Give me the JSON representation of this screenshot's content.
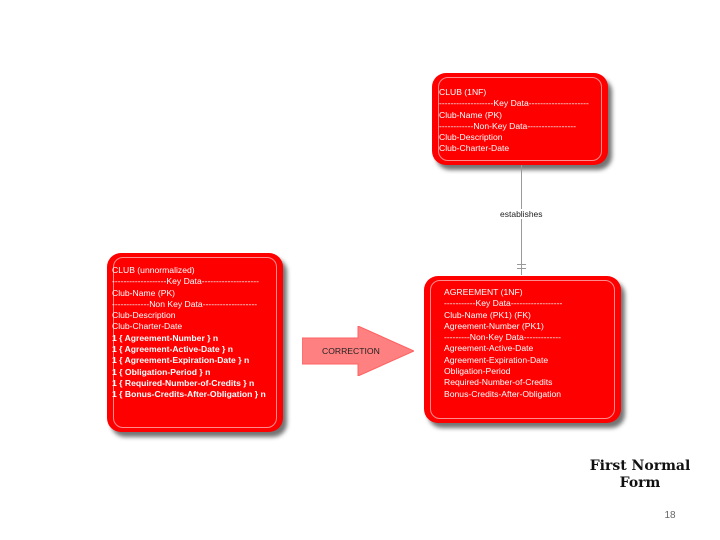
{
  "club_1nf": {
    "lines": [
      {
        "text": "CLUB (1NF)"
      },
      {
        "text": "-------------------Key Data---------------------"
      },
      {
        "text": "Club-Name (PK)"
      },
      {
        "text": "------------Non-Key Data-----------------"
      },
      {
        "text": "Club-Description"
      },
      {
        "text": "Club-Charter-Date"
      }
    ]
  },
  "relationship": {
    "label": "establishes"
  },
  "club_unnormalized": {
    "lines": [
      {
        "text": "CLUB (unnormalized)"
      },
      {
        "text": "-------------------Key Data--------------------"
      },
      {
        "text": "Club-Name (PK)"
      },
      {
        "text": "-------------Non Key Data-------------------"
      },
      {
        "text": "Club-Description"
      },
      {
        "text": "Club-Charter-Date"
      },
      {
        "text": "1 { Agreement-Number } n",
        "bold": true
      },
      {
        "text": "1 { Agreement-Active-Date } n",
        "bold": true
      },
      {
        "text": "1 { Agreement-Expiration-Date } n",
        "bold": true
      },
      {
        "text": "1 { Obligation-Period } n",
        "bold": true
      },
      {
        "text": "1 { Required-Number-of-Credits } n",
        "bold": true
      },
      {
        "text": "1 { Bonus-Credits-After-Obligation } n",
        "bold": true
      }
    ]
  },
  "correction_arrow": {
    "label": "CORRECTION"
  },
  "agreement_1nf": {
    "lines": [
      {
        "text": "AGREEMENT (1NF)"
      },
      {
        "text": "-----------Key Data------------------"
      },
      {
        "text": "Club-Name (PK1) (FK)"
      },
      {
        "text": "Agreement-Number (PK1)"
      },
      {
        "text": "---------Non-Key Data-------------"
      },
      {
        "text": "Agreement-Active-Date"
      },
      {
        "text": "Agreement-Expiration-Date"
      },
      {
        "text": "Obligation-Period"
      },
      {
        "text": "Required-Number-of-Credits"
      },
      {
        "text": "Bonus-Credits-After-Obligation"
      }
    ]
  },
  "slide": {
    "title_line1": "First Normal",
    "title_line2": "Form",
    "page_number": "18"
  },
  "colors": {
    "entity_fill": "#ff0000",
    "arrow_fill": "#ff8080",
    "connector": "#999999"
  }
}
